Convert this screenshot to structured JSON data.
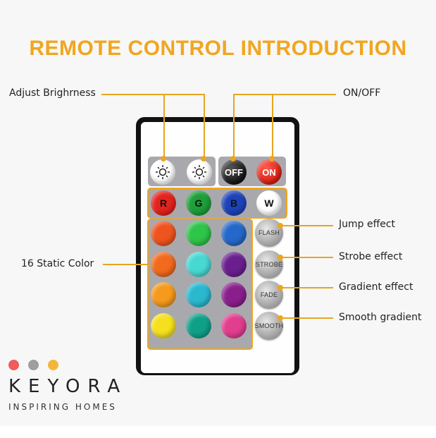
{
  "title": "REMOTE CONTROL INTRODUCTION",
  "labels": {
    "brightness": "Adjust Brighrness",
    "onoff": "ON/OFF",
    "static": "16 Static Color",
    "jump": "Jump effect",
    "strobe": "Strobe effect",
    "gradient": "Gradient effect",
    "smooth": "Smooth gradient"
  },
  "buttons": {
    "off": "OFF",
    "on": "ON",
    "r": "R",
    "g": "G",
    "b": "B",
    "w": "W",
    "flash": "FLASH",
    "strobe": "STROBE",
    "fade": "FADE",
    "smooth": "SMOOTH"
  },
  "colors": {
    "accent": "#f1a61f",
    "static_grid": [
      "#f0541e",
      "#2fc44a",
      "#2468c9",
      "#f26a1e",
      "#48d8d2",
      "#6a1f8f",
      "#f59a1c",
      "#2ab8cf",
      "#8a1f8c",
      "#f5e020",
      "#10a08a",
      "#e23d8e"
    ]
  },
  "brand": {
    "name": "KEYORA",
    "tagline": "INSPIRING HOMES",
    "dots": [
      "#f15b5b",
      "#9e9e9e",
      "#f4b63a"
    ]
  }
}
